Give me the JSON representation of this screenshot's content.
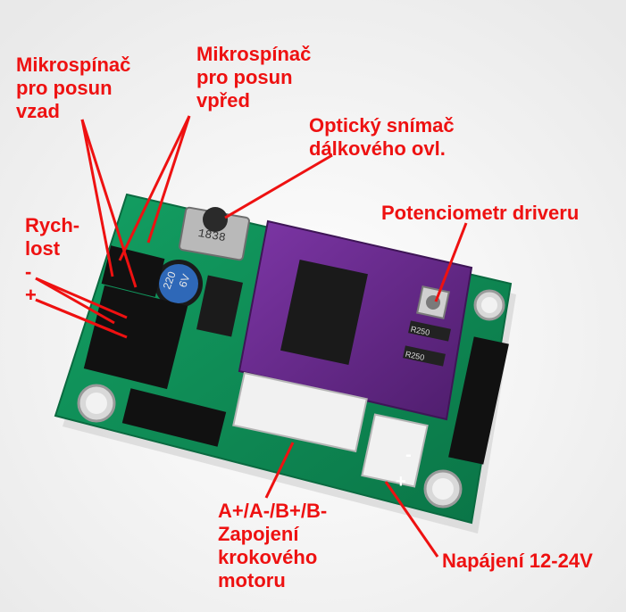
{
  "labels": {
    "back_switch": [
      "Mikrospínač",
      "pro posun",
      "vzad"
    ],
    "forward_switch": [
      "Mikrospínač",
      "pro posun",
      "vpřed"
    ],
    "ir_sensor": [
      "Optický snímač",
      "dálkového ovl."
    ],
    "speed": [
      "Rych-",
      "lost",
      "-",
      "+"
    ],
    "potentiometer": "Potenciometr driveru",
    "motor": [
      "A+/A-/B+/B-",
      "Zapojení",
      "krokového",
      "motoru"
    ],
    "power": "Napájení 12-24V"
  },
  "board_marks": {
    "capacitor": [
      "220",
      "6V"
    ],
    "ir_case": "1838",
    "resistor_1": "R250",
    "resistor_2": "R250",
    "power_minus": "-",
    "power_plus": "+"
  },
  "colors": {
    "annotation": "#ee1111",
    "pcb": "#0f8a55",
    "driver": "#6a2a8c",
    "background": "#f7f7f7"
  }
}
